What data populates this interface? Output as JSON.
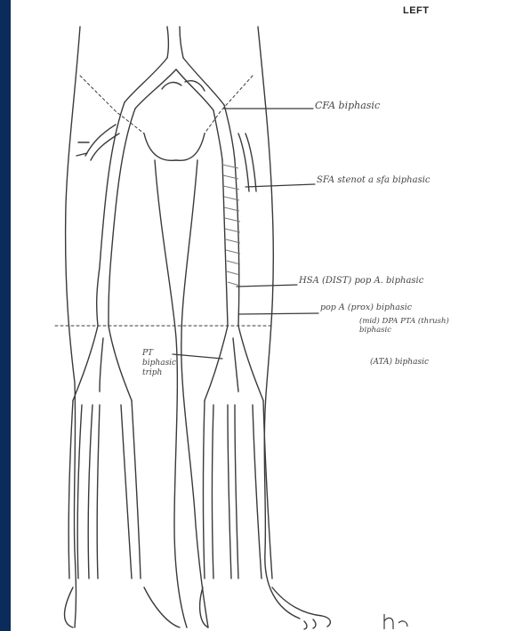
{
  "header": {
    "side_label": "LEFT"
  },
  "annotations": [
    {
      "id": "cfa",
      "text": "CFA biphasic"
    },
    {
      "id": "sfa",
      "text": "SFA stenot a sfa biphasic"
    },
    {
      "id": "distal",
      "text": "HSA (DIST) pop A. biphasic"
    },
    {
      "id": "popa",
      "text": "pop A (prox) biphasic"
    },
    {
      "id": "mid",
      "text": "(mid) DPA PTA (thrush) biphasic"
    },
    {
      "id": "atm",
      "text": "(ATA) biphasic"
    },
    {
      "id": "right",
      "text": "PT biphasic triph"
    },
    {
      "id": "initials",
      "text": "bn"
    }
  ],
  "colors": {
    "ink": "#3a3a3a",
    "stenosis": "#777777",
    "frame": "#0b2b5a"
  }
}
